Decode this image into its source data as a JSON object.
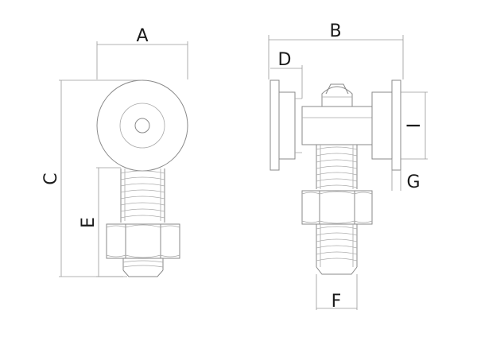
{
  "labels": {
    "A": "A",
    "B": "B",
    "C": "C",
    "D": "D",
    "E": "E",
    "F": "F",
    "G": "G",
    "I": "I"
  }
}
